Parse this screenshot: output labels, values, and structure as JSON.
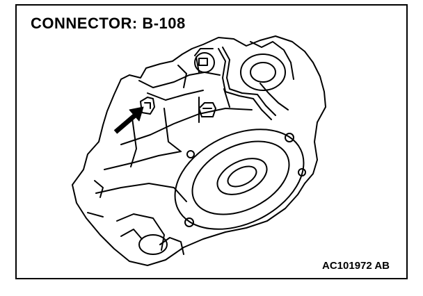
{
  "figure": {
    "title": "CONNECTOR: B-108",
    "code": "AC101972 AB"
  },
  "colors": {
    "line": "#000000",
    "background": "#ffffff"
  },
  "illustration": {
    "subject": "transmission-housing",
    "callout": "arrow-icon"
  }
}
